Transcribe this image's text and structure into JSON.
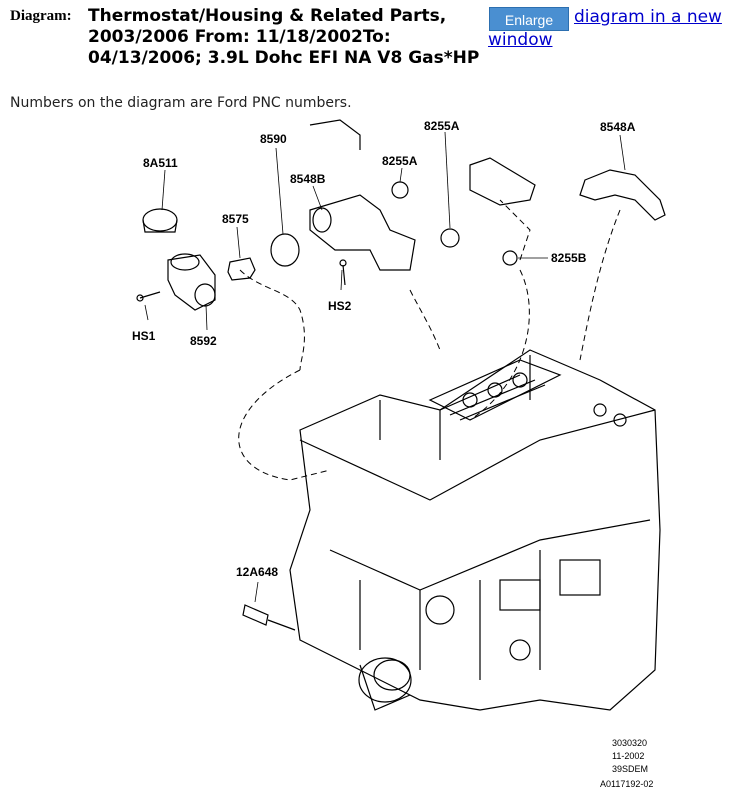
{
  "header": {
    "label": "Diagram:",
    "title": "Thermostat/Housing & Related Parts, 2003/2006 From: 11/18/2002To: 04/13/2006; 3.9L Dohc EFI NA V8 Gas*HP",
    "enlarge_label": "Enlarge",
    "link_text": "diagram in a new window"
  },
  "note": "Numbers on the diagram are Ford PNC numbers.",
  "diagram": {
    "part_labels": {
      "p8A511": "8A511",
      "p8590": "8590",
      "p8548B": "8548B",
      "p8575": "8575",
      "p8255A_top": "8255A",
      "p8255A_mid": "8255A",
      "p8548A": "8548A",
      "p8255B": "8255B",
      "pHS1": "HS1",
      "pHS2": "HS2",
      "p8592": "8592",
      "p12A648": "12A648"
    },
    "footer": {
      "line1": "3030320",
      "line2": "11-2002",
      "line3": "39SDEM",
      "line4": "A0117192-02"
    }
  }
}
